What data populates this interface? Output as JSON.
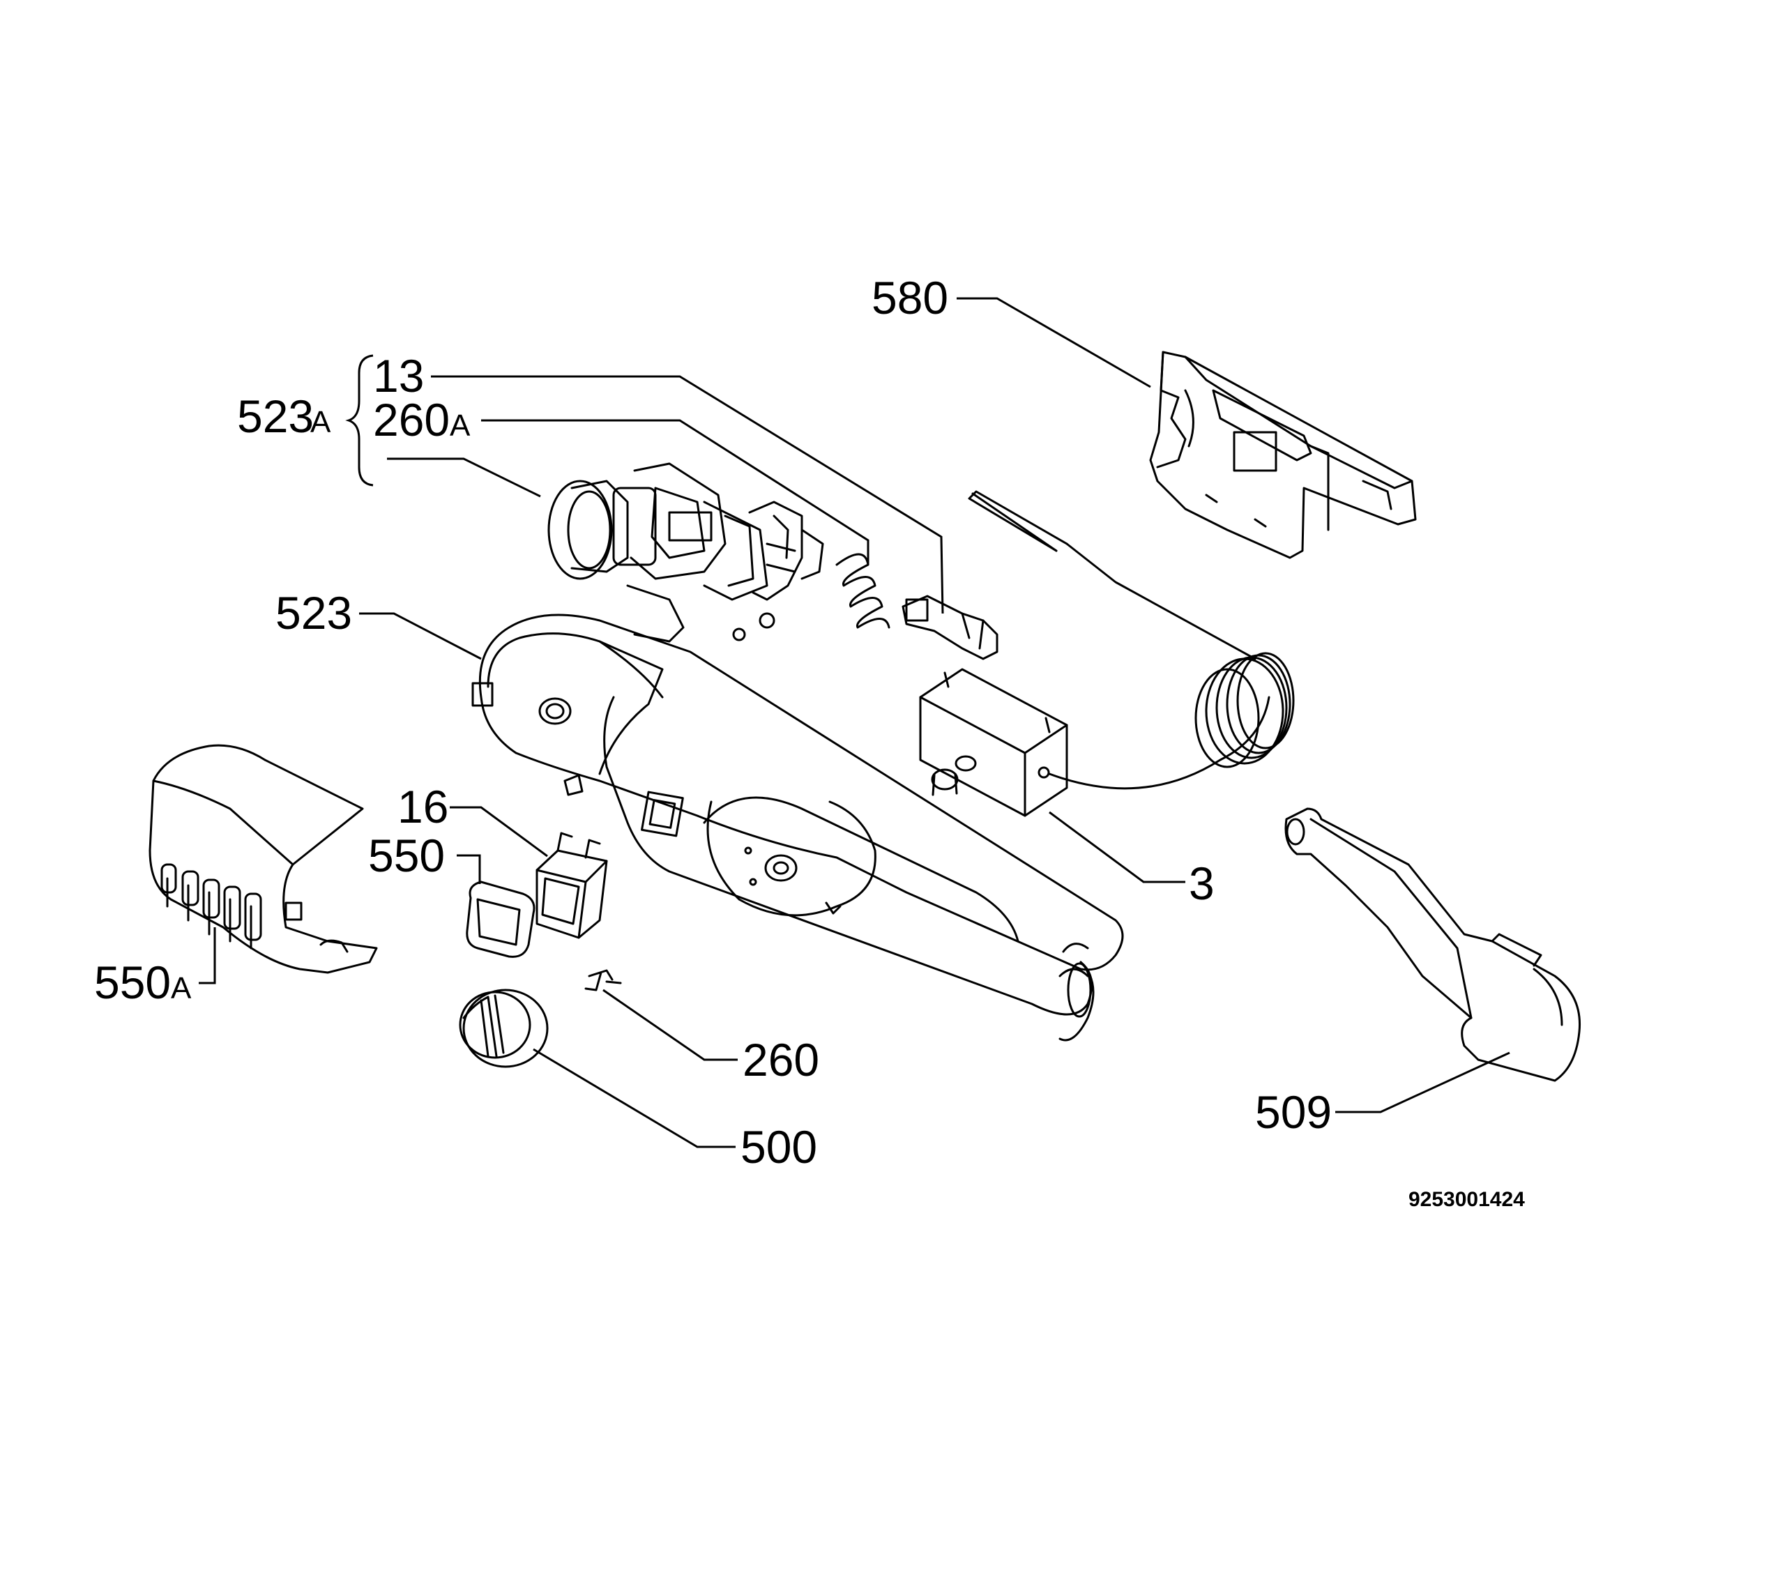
{
  "labels": {
    "p580": "580",
    "p13": "13",
    "p523a_num": "523",
    "p523a_suffix": "A",
    "p260a_num": "260",
    "p260a_suffix": "A",
    "p523": "523",
    "p16": "16",
    "p550": "550",
    "p550a_num": "550",
    "p550a_suffix": "A",
    "p3": "3",
    "p260": "260",
    "p500": "500",
    "p509": "509"
  },
  "reference_number": "9253001424"
}
